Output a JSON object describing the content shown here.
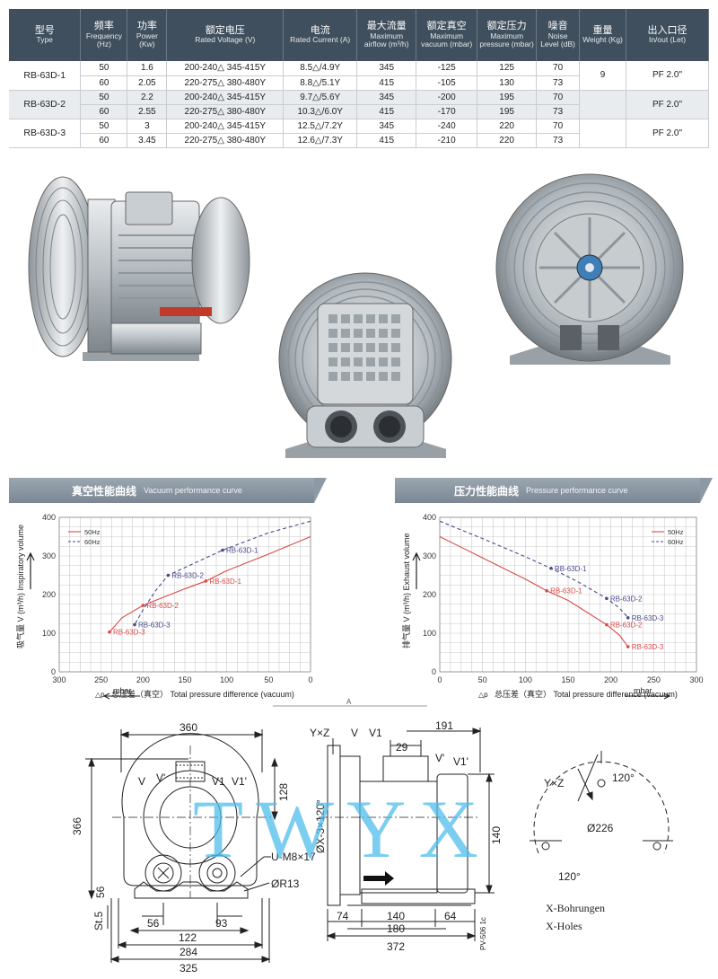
{
  "table": {
    "headers": [
      {
        "zh": "型号",
        "en": "Type"
      },
      {
        "zh": "频率",
        "en": "Frequency (Hz)"
      },
      {
        "zh": "功率",
        "en": "Power (Kw)"
      },
      {
        "zh": "额定电压",
        "en": "Rated Voltage (V)"
      },
      {
        "zh": "电流",
        "en": "Rated Current (A)"
      },
      {
        "zh": "最大流量",
        "en": "Maximum airflow (m³/h)"
      },
      {
        "zh": "额定真空",
        "en": "Maximum vacuum (mbar)"
      },
      {
        "zh": "额定压力",
        "en": "Maximum pressure (mbar)"
      },
      {
        "zh": "噪音",
        "en": "Noise Level (dB)"
      },
      {
        "zh": "重量",
        "en": "Weight (Kg)"
      },
      {
        "zh": "出入口径",
        "en": "In/out (Let)"
      }
    ],
    "models": [
      {
        "name": "RB-63D-1",
        "weight": "9",
        "port": "PF 2.0\"",
        "rows": [
          {
            "freq": "50",
            "power": "1.6",
            "voltage": "200-240△ 345-415Y",
            "current": "8.5△/4.9Y",
            "airflow": "345",
            "vacuum": "-125",
            "pressure": "125",
            "noise": "70"
          },
          {
            "freq": "60",
            "power": "2.05",
            "voltage": "220-275△ 380-480Y",
            "current": "8.8△/5.1Y",
            "airflow": "415",
            "vacuum": "-105",
            "pressure": "130",
            "noise": "73"
          }
        ]
      },
      {
        "name": "RB-63D-2",
        "weight": "",
        "port": "PF 2.0\"",
        "rows": [
          {
            "freq": "50",
            "power": "2.2",
            "voltage": "200-240△ 345-415Y",
            "current": "9.7△/5.6Y",
            "airflow": "345",
            "vacuum": "-200",
            "pressure": "195",
            "noise": "70"
          },
          {
            "freq": "60",
            "power": "2.55",
            "voltage": "220-275△ 380-480Y",
            "current": "10.3△/6.0Y",
            "airflow": "415",
            "vacuum": "-170",
            "pressure": "195",
            "noise": "73"
          }
        ]
      },
      {
        "name": "RB-63D-3",
        "weight": "",
        "port": "PF 2.0\"",
        "rows": [
          {
            "freq": "50",
            "power": "3",
            "voltage": "200-240△ 345-415Y",
            "current": "12.5△/7.2Y",
            "airflow": "345",
            "vacuum": "-240",
            "pressure": "220",
            "noise": "70"
          },
          {
            "freq": "60",
            "power": "3.45",
            "voltage": "220-275△ 380-480Y",
            "current": "12.6△/7.3Y",
            "airflow": "415",
            "vacuum": "-210",
            "pressure": "220",
            "noise": "73"
          }
        ]
      }
    ]
  },
  "vacuum_banner": {
    "zh": "真空性能曲线",
    "en": "Vacuum performance curve"
  },
  "pressure_banner": {
    "zh": "压力性能曲线",
    "en": "Pressure performance curve"
  },
  "chart_data": [
    {
      "type": "line",
      "title": "Vacuum performance curve",
      "ylabel": "吸气量 V (m³/h) Inspiratory volume",
      "xlabel": "总压差（真空） Total pressure difference (vacuum)",
      "xunit": "mbar",
      "xunit_symbol": "△p",
      "xlim": [
        300,
        0
      ],
      "ylim": [
        0,
        400
      ],
      "xticks": [
        300,
        250,
        200,
        150,
        100,
        50,
        0
      ],
      "yticks": [
        0,
        100,
        200,
        300,
        400
      ],
      "legend": [
        {
          "name": "50Hz",
          "color": "#d94a4a",
          "dash": false
        },
        {
          "name": "60Hz",
          "color": "#4a4a8c",
          "dash": true
        }
      ],
      "series": [
        {
          "name": "50Hz",
          "points": [
            [
              0,
              350
            ],
            [
              50,
              305
            ],
            [
              100,
              262
            ],
            [
              125,
              235
            ],
            [
              150,
              215
            ],
            [
              200,
              172
            ],
            [
              225,
              140
            ],
            [
              240,
              103
            ]
          ]
        },
        {
          "name": "60Hz",
          "points": [
            [
              0,
              390
            ],
            [
              50,
              360
            ],
            [
              105,
              315
            ],
            [
              130,
              290
            ],
            [
              170,
              250
            ],
            [
              185,
              210
            ],
            [
              200,
              160
            ],
            [
              210,
              122
            ]
          ]
        }
      ],
      "labels": [
        {
          "text": "RB-63D-1",
          "x": 125,
          "y": 235,
          "series": "50Hz"
        },
        {
          "text": "RB-63D-2",
          "x": 200,
          "y": 172,
          "series": "50Hz"
        },
        {
          "text": "RB-63D-3",
          "x": 240,
          "y": 103,
          "series": "50Hz"
        },
        {
          "text": "RB-63D-1",
          "x": 105,
          "y": 315,
          "series": "60Hz"
        },
        {
          "text": "RB-63D-2",
          "x": 170,
          "y": 250,
          "series": "60Hz"
        },
        {
          "text": "RB-63D-3",
          "x": 210,
          "y": 122,
          "series": "60Hz"
        }
      ]
    },
    {
      "type": "line",
      "title": "Pressure performance curve",
      "ylabel": "排气量 V (m³/h) Exhaust volume",
      "xlabel": "总压差（真空） Total pressure difference (vacuum)",
      "xunit": "mbar",
      "xunit_symbol": "△p",
      "xlim": [
        0,
        300
      ],
      "ylim": [
        0,
        400
      ],
      "xticks": [
        0,
        50,
        100,
        150,
        200,
        250,
        300
      ],
      "yticks": [
        0,
        100,
        200,
        300,
        400
      ],
      "legend": [
        {
          "name": "50Hz",
          "color": "#d94a4a",
          "dash": false
        },
        {
          "name": "60Hz",
          "color": "#4a4a8c",
          "dash": true
        }
      ],
      "series": [
        {
          "name": "50Hz",
          "points": [
            [
              0,
              350
            ],
            [
              50,
              295
            ],
            [
              100,
              240
            ],
            [
              125,
              210
            ],
            [
              150,
              185
            ],
            [
              195,
              122
            ],
            [
              210,
              95
            ],
            [
              220,
              65
            ]
          ]
        },
        {
          "name": "60Hz",
          "points": [
            [
              0,
              390
            ],
            [
              50,
              345
            ],
            [
              100,
              298
            ],
            [
              130,
              268
            ],
            [
              160,
              235
            ],
            [
              195,
              190
            ],
            [
              210,
              165
            ],
            [
              220,
              140
            ]
          ]
        }
      ],
      "labels": [
        {
          "text": "RB-63D-1",
          "x": 125,
          "y": 210,
          "series": "50Hz"
        },
        {
          "text": "RB-63D-2",
          "x": 195,
          "y": 122,
          "series": "50Hz"
        },
        {
          "text": "RB-63D-3",
          "x": 220,
          "y": 65,
          "series": "50Hz"
        },
        {
          "text": "RB-63D-1",
          "x": 130,
          "y": 268,
          "series": "60Hz"
        },
        {
          "text": "RB-63D-2",
          "x": 195,
          "y": 190,
          "series": "60Hz"
        },
        {
          "text": "RB-63D-3",
          "x": 220,
          "y": 140,
          "series": "60Hz"
        }
      ]
    }
  ],
  "separator_label": "A",
  "drawing": {
    "front": {
      "dims": [
        "360",
        "366",
        "128",
        "56",
        "93",
        "122",
        "284",
        "325",
        "56",
        "St.5"
      ],
      "labels": [
        "V",
        "V'",
        "V1",
        "V1'"
      ],
      "callouts": [
        "U-M8×17",
        "ØR13"
      ]
    },
    "side": {
      "dims": [
        "191",
        "29",
        "140",
        "74",
        "140",
        "64",
        "180",
        "372"
      ],
      "labels": [
        "Y×Z",
        "V",
        "V1",
        "V'",
        "V1'",
        "ØX-3×120°",
        "PV-506 1c"
      ]
    },
    "holes": {
      "labels": [
        "Y×Z",
        "120°",
        "Ø226",
        "120°"
      ],
      "notes": [
        "X-Bohrungen",
        "X-Holes"
      ]
    }
  },
  "watermark": "TWYX",
  "colors": {
    "header": "#3f4f5d",
    "band": "#e9ecef",
    "line50": "#d94a4a",
    "line60": "#4a4a8c",
    "watermark": "#50bee8"
  }
}
